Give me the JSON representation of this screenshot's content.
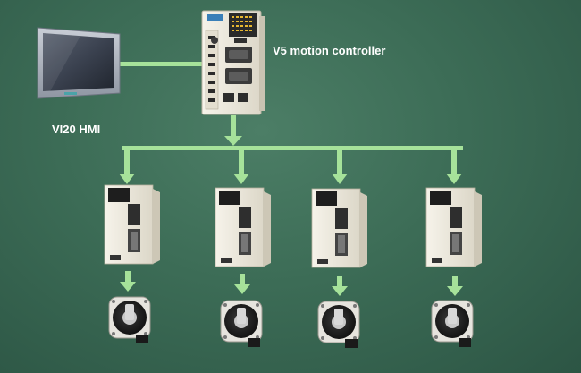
{
  "labels": {
    "controller": "V5 motion controller",
    "hmi": "VI20 HMI"
  },
  "colors": {
    "connector": "#a6e29a",
    "connector_edge": "#7cc576",
    "drive_body": "#f1eee3",
    "motor_body": "#1b1b1b"
  },
  "diagram": {
    "controller_name": "V5 motion controller",
    "hmi_name": "VI20 HMI",
    "axes": 4,
    "connections": [
      {
        "from": "VI20 HMI",
        "to": "V5 motion controller"
      },
      {
        "from": "V5 motion controller",
        "to": "servo-drive-1"
      },
      {
        "from": "V5 motion controller",
        "to": "servo-drive-2"
      },
      {
        "from": "V5 motion controller",
        "to": "servo-drive-3"
      },
      {
        "from": "V5 motion controller",
        "to": "servo-drive-4"
      },
      {
        "from": "servo-drive-1",
        "to": "servo-motor-1"
      },
      {
        "from": "servo-drive-2",
        "to": "servo-motor-2"
      },
      {
        "from": "servo-drive-3",
        "to": "servo-motor-3"
      },
      {
        "from": "servo-drive-4",
        "to": "servo-motor-4"
      }
    ]
  }
}
